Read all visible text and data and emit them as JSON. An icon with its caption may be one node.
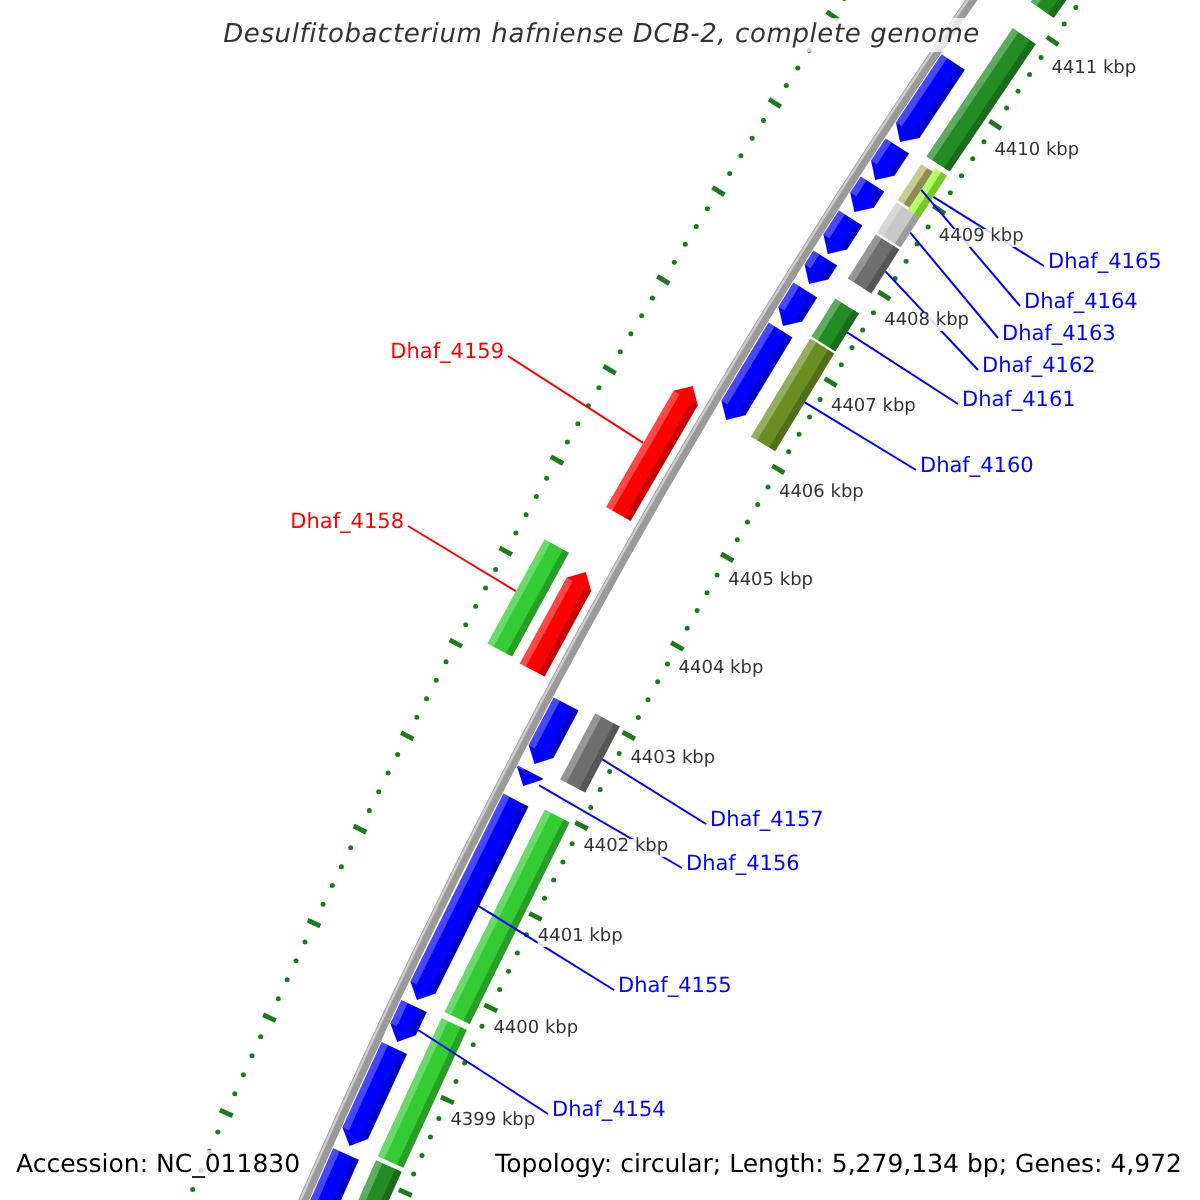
{
  "diagram": {
    "title": "Desulfitobacterium hafniense DCB-2, complete genome",
    "nodes": [
      {
        "text": [
          "Dhaf_4165"
        ]
      },
      {
        "text": [
          "Dhaf_4164"
        ]
      },
      {
        "text": [
          "Dhaf_4163"
        ]
      },
      {
        "text": [
          "Dhaf_4159"
        ]
      },
      {
        "text": [
          "Dhaf_4162"
        ]
      },
      {
        "text": [
          "Dhaf_4161"
        ]
      },
      {
        "text": [
          "Dhaf_4160"
        ]
      },
      {
        "text": [
          "Dhaf_4158"
        ]
      },
      {
        "text": [
          "Dhaf_4157"
        ]
      },
      {
        "text": [
          "Dhaf_4156"
        ]
      },
      {
        "text": [
          "Dhaf_4155"
        ]
      },
      {
        "text": [
          "Dhaf_4154"
        ]
      },
      {
        "text": [],
        "shape": "arrow"
      },
      {
        "text": [],
        "shape": "bar"
      },
      {
        "text": [],
        "shape": "bar"
      },
      {
        "text": [],
        "shape": "arrow"
      },
      {
        "text": [],
        "shape": "bar"
      },
      {
        "text": [],
        "shape": "bar"
      },
      {
        "text": [],
        "shape": "arrow"
      },
      {
        "text": [],
        "shape": "bar"
      },
      {
        "text": [],
        "shape": "arrow"
      },
      {
        "text": [],
        "shape": "bar"
      },
      {
        "text": [],
        "shape": "arrow"
      },
      {
        "text": [],
        "shape": "arrow"
      },
      {
        "text": [],
        "shape": "bar"
      },
      {
        "text": [],
        "shape": "arrow"
      },
      {
        "text": [],
        "shape": "bar"
      },
      {
        "text": [],
        "shape": "arrow"
      },
      {
        "text": [],
        "shape": "bar"
      },
      {
        "text": [],
        "shape": "arrow"
      },
      {
        "text": [],
        "shape": "arrow"
      },
      {
        "text": [],
        "shape": "bar"
      },
      {
        "text": [],
        "shape": "arrow"
      },
      {
        "text": [],
        "shape": "arrow"
      },
      {
        "text": [],
        "shape": "bar"
      },
      {
        "text": [],
        "shape": "arrow"
      },
      {
        "text": [],
        "shape": "bar"
      },
      {
        "text": [],
        "shape": "arrow"
      },
      {
        "text": [],
        "shape": "arrow"
      },
      {
        "text": [],
        "shape": "bar"
      }
    ],
    "edges": [
      {
        "from": 0,
        "to": 17,
        "arrow": "none"
      },
      {
        "from": 1,
        "to": 16,
        "arrow": "none"
      },
      {
        "from": 2,
        "to": 19,
        "arrow": "none"
      },
      {
        "from": 3,
        "to": 27,
        "arrow": "none",
        "color": "#ff0000"
      },
      {
        "from": 4,
        "to": 21,
        "arrow": "none"
      },
      {
        "from": 5,
        "to": 24,
        "arrow": "none"
      },
      {
        "from": 6,
        "to": 26,
        "arrow": "none"
      },
      {
        "from": 7,
        "to": 28,
        "arrow": "none",
        "color": "#ff0000"
      },
      {
        "from": 8,
        "to": 31,
        "arrow": "none"
      },
      {
        "from": 9,
        "to": 32,
        "arrow": "none"
      },
      {
        "from": 10,
        "to": 33,
        "arrow": "none"
      },
      {
        "from": 11,
        "to": 35,
        "arrow": "none"
      }
    ],
    "labels": [
      "4411 kbp",
      "4410 kbp",
      "4409 kbp",
      "4408 kbp",
      "4407 kbp",
      "4406 kbp",
      "4405 kbp",
      "4404 kbp",
      "4403 kbp",
      "4402 kbp",
      "4401 kbp",
      "4400 kbp",
      "4399 kbp",
      "Accession: NC_011830",
      "Topology: circular; Length: 5,279,134 bp; Genes: 4,972"
    ]
  }
}
